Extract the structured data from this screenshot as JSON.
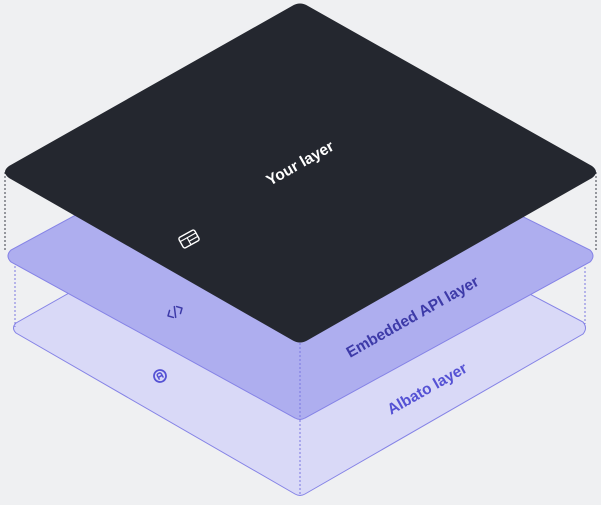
{
  "layers": {
    "top": {
      "label": "Your layer",
      "fill": "#24272f",
      "text_color": "#ffffff",
      "icon": "browser-window-icon"
    },
    "middle": {
      "label": "Embedded API layer",
      "fill": "#aeaeef",
      "text_color": "#3d3aa8",
      "icon": "code-icon"
    },
    "bottom": {
      "label": "Albato layer",
      "fill": "#d9d9f7",
      "text_color": "#5552d4",
      "icon": "albato-logo-icon"
    }
  },
  "colors": {
    "background": "#eff0f2",
    "connector_dark": "#3a3d45",
    "connector_accent": "#7b78e0",
    "outline": "#8583e6"
  }
}
